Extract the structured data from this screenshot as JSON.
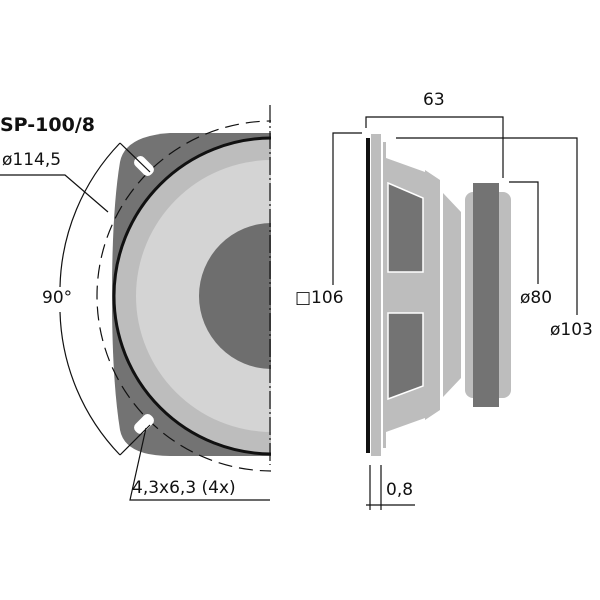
{
  "model": "SP-100/8",
  "front_view": {
    "bolt_circle": "ø114,5",
    "angle": "90°",
    "mounting_holes": "4,3x6,3 (4x)"
  },
  "side_view": {
    "depth": "63",
    "frame_size": "□106",
    "magnet_diameter": "ø80",
    "basket_diameter": "ø103",
    "flange_thickness": "0,8"
  },
  "colors": {
    "frame": "#737373",
    "surround": "#bdbdbd",
    "cone": "#d4d4d4",
    "dustcap": "#6e6e6e",
    "line": "#111111"
  }
}
